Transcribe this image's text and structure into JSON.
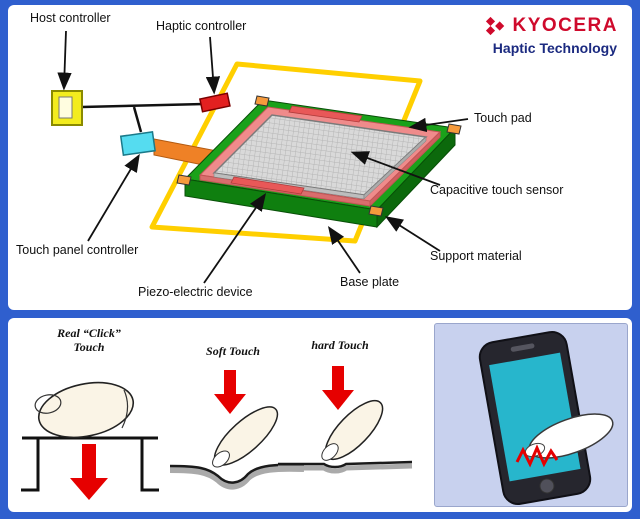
{
  "brand": {
    "name": "KYOCERA",
    "tagline": "Haptic Technology",
    "logo_color": "#cf0a2c",
    "tagline_color": "#1b2a80"
  },
  "top_diagram": {
    "labels": {
      "host": "Host controller",
      "haptic": "Haptic controller",
      "touch_pad": "Touch pad",
      "cap_sensor": "Capacitive touch sensor",
      "support": "Support material",
      "tpc": "Touch panel controller",
      "piezo": "Piezo-electric device",
      "base": "Base plate"
    },
    "colors": {
      "host_box": "#f3ec1e",
      "haptic_box": "#e32020",
      "tpc_box": "#55dcf0",
      "ribbon": "#ef8126",
      "wire": "#ffcf00",
      "base_plate": "#1aa11a",
      "piezo_layer": "#ef8b8b",
      "piezo_device": "#e85858",
      "touch_pad_surface": "#d9d9d9",
      "support_blocks": "#f59a3c"
    }
  },
  "touch_figures": {
    "click_label_line1": "Real “Click”",
    "click_label_line2": "Touch",
    "soft_label": "Soft Touch",
    "hard_label": "hard Touch",
    "arrow_color": "#e60000",
    "phone_screen_color": "#27b6cc"
  }
}
